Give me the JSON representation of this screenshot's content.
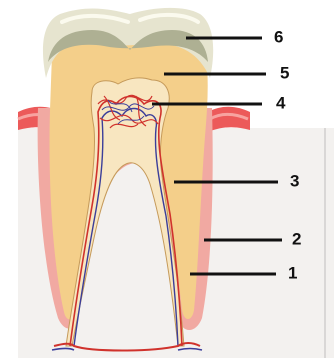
{
  "diagram": {
    "labels": [
      "6",
      "5",
      "4",
      "3",
      "2",
      "1"
    ],
    "colors": {
      "enamel": "#e6e4cf",
      "enamel_shade": "#aeb093",
      "dentin": "#f4cf8a",
      "dentin_rim": "#e9b66c",
      "pulp": "#f8e6c0",
      "cementum": "#f1a9a2",
      "gum": "#ec5a5a",
      "bone": "#f3f1ef",
      "bone_border": "#d9d7d6",
      "vessel_red": "#d0322c",
      "vessel_blue": "#3b3e9a"
    }
  }
}
